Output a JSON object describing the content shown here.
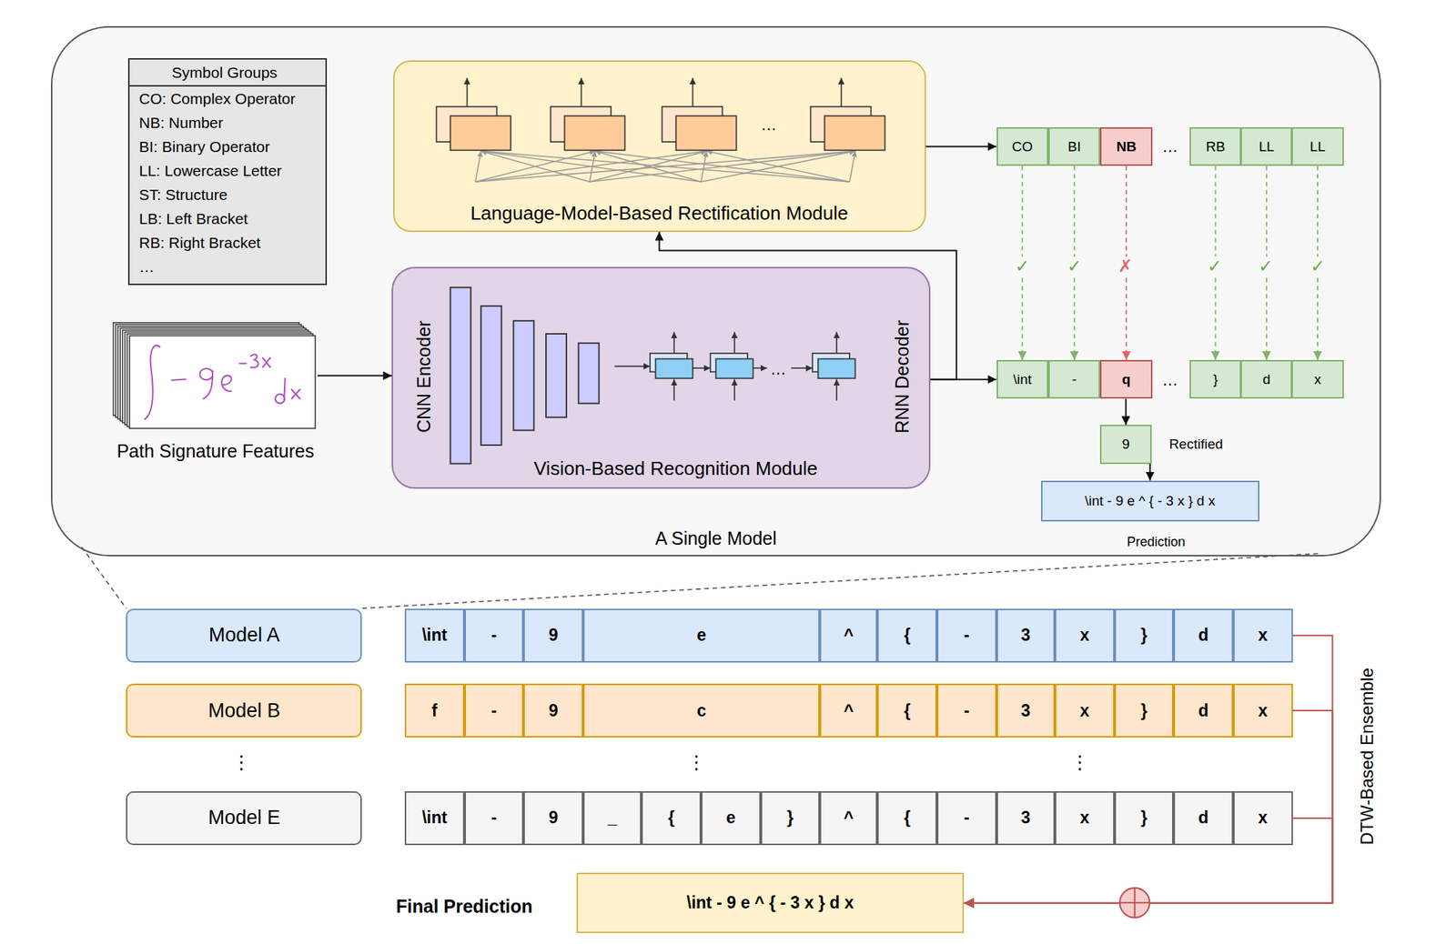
{
  "diagram": {
    "nodes": [
      {
        "text": [
          "A Single Model"
        ]
      },
      {
        "text": [
          "Symbol Groups",
          "CO: Complex Operator",
          "NB: Number",
          "BI: Binary Operator",
          "LL: Lowercase Letter",
          "ST: Structure",
          "LB: Left Bracket",
          "RB: Right Bracket",
          "…"
        ],
        "in": 0
      },
      {
        "text": [
          "Language-Model-Based Rectification Module"
        ],
        "in": 0
      },
      {
        "text": [
          "CO"
        ],
        "in": 0
      },
      {
        "text": [
          "BI"
        ],
        "in": 0
      },
      {
        "text": [
          "NB"
        ],
        "in": 0
      },
      {
        "text": [
          "RB"
        ],
        "in": 0
      },
      {
        "text": [
          "LL"
        ],
        "in": 0
      },
      {
        "text": [
          "LL"
        ],
        "in": 0
      },
      {
        "text": [
          "Path Signature Features"
        ],
        "in": 0
      },
      {
        "text": [
          "CNN Encoder",
          "Vision-Based Recognition Module",
          "RNN Decoder"
        ],
        "in": 0
      },
      {
        "text": [
          "\\int"
        ],
        "in": 0
      },
      {
        "text": [
          "-"
        ],
        "in": 0
      },
      {
        "text": [
          "q"
        ],
        "in": 0
      },
      {
        "text": [
          "}"
        ],
        "in": 0
      },
      {
        "text": [
          "d"
        ],
        "in": 0
      },
      {
        "text": [
          "x"
        ],
        "in": 0
      },
      {
        "text": [
          "9"
        ],
        "in": 0
      },
      {
        "text": [
          "\\int - 9 e ^ { - 3 x } d x"
        ],
        "in": 0
      },
      {
        "text": [
          "Model A"
        ]
      },
      {
        "text": [
          "\\int"
        ]
      },
      {
        "text": [
          "-"
        ]
      },
      {
        "text": [
          "9"
        ]
      },
      {
        "text": [
          "e"
        ]
      },
      {
        "text": [
          "^"
        ]
      },
      {
        "text": [
          "{"
        ]
      },
      {
        "text": [
          "-"
        ]
      },
      {
        "text": [
          "3"
        ]
      },
      {
        "text": [
          "x"
        ]
      },
      {
        "text": [
          "}"
        ]
      },
      {
        "text": [
          "d"
        ]
      },
      {
        "text": [
          "x"
        ]
      },
      {
        "text": [
          "Model B"
        ]
      },
      {
        "text": [
          "f"
        ]
      },
      {
        "text": [
          "-"
        ]
      },
      {
        "text": [
          "9"
        ]
      },
      {
        "text": [
          "c"
        ]
      },
      {
        "text": [
          "^"
        ]
      },
      {
        "text": [
          "{"
        ]
      },
      {
        "text": [
          "-"
        ]
      },
      {
        "text": [
          "3"
        ]
      },
      {
        "text": [
          "x"
        ]
      },
      {
        "text": [
          "}"
        ]
      },
      {
        "text": [
          "d"
        ]
      },
      {
        "text": [
          "x"
        ]
      },
      {
        "text": [
          "Model E"
        ]
      },
      {
        "text": [
          "\\int"
        ]
      },
      {
        "text": [
          "-"
        ]
      },
      {
        "text": [
          "9"
        ]
      },
      {
        "text": [
          "_"
        ]
      },
      {
        "text": [
          "{"
        ]
      },
      {
        "text": [
          "e"
        ]
      },
      {
        "text": [
          "}"
        ]
      },
      {
        "text": [
          "^"
        ]
      },
      {
        "text": [
          "{"
        ]
      },
      {
        "text": [
          "-"
        ]
      },
      {
        "text": [
          "3"
        ]
      },
      {
        "text": [
          "x"
        ]
      },
      {
        "text": [
          "}"
        ]
      },
      {
        "text": [
          "d"
        ]
      },
      {
        "text": [
          "x"
        ]
      },
      {
        "text": [
          "\\int - 9 e ^ { - 3 x } d x"
        ]
      }
    ],
    "edges": [
      {
        "from": 2,
        "to": 3,
        "arrow": "to"
      },
      {
        "from": 9,
        "to": 10,
        "arrow": "to"
      },
      {
        "from": 10,
        "to": 11,
        "arrow": "to"
      },
      {
        "from": 10,
        "to": 2,
        "arrow": "to"
      },
      {
        "from": 3,
        "to": 11,
        "arrow": "to"
      },
      {
        "from": 4,
        "to": 12,
        "arrow": "to"
      },
      {
        "from": 5,
        "to": 13,
        "arrow": "to"
      },
      {
        "from": 6,
        "to": 14,
        "arrow": "to"
      },
      {
        "from": 7,
        "to": 15,
        "arrow": "to"
      },
      {
        "from": 8,
        "to": 16,
        "arrow": "to"
      },
      {
        "from": 13,
        "to": 17,
        "arrow": "to"
      },
      {
        "from": 17,
        "to": 18,
        "arrow": "to"
      },
      {
        "from": 31,
        "to": 61,
        "arrow": "to"
      },
      {
        "from": 44,
        "to": 61,
        "arrow": "to"
      },
      {
        "from": 60,
        "to": 61,
        "arrow": "to"
      }
    ],
    "labels": [
      "…",
      "…",
      "✓",
      "✓",
      "✗",
      "✓",
      "✓",
      "✓",
      "…",
      "…",
      "Rectified",
      "Prediction",
      "⋮",
      "⋮",
      "⋮",
      "DTW-Based Ensemble",
      "Final Prediction"
    ]
  }
}
